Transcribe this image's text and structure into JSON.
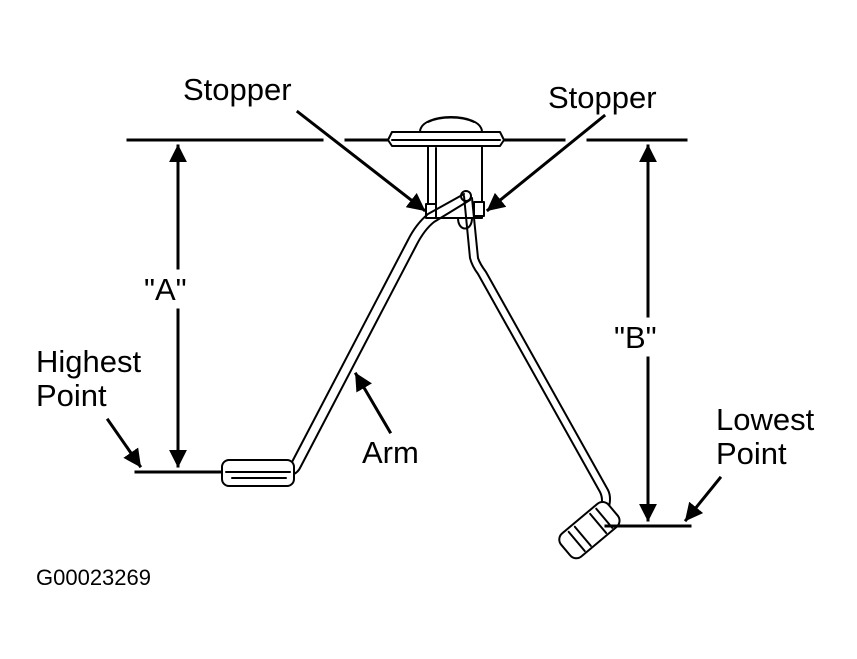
{
  "labels": {
    "stopper_left": "Stopper",
    "stopper_right": "Stopper",
    "dim_a": "\"A\"",
    "dim_b": "\"B\"",
    "highest_1": "Highest",
    "highest_2": "Point",
    "arm": "Arm",
    "lowest_1": "Lowest",
    "lowest_2": "Point",
    "figure_code": "G00023269"
  },
  "colors": {
    "ink": "#000000",
    "background": "#ffffff"
  }
}
